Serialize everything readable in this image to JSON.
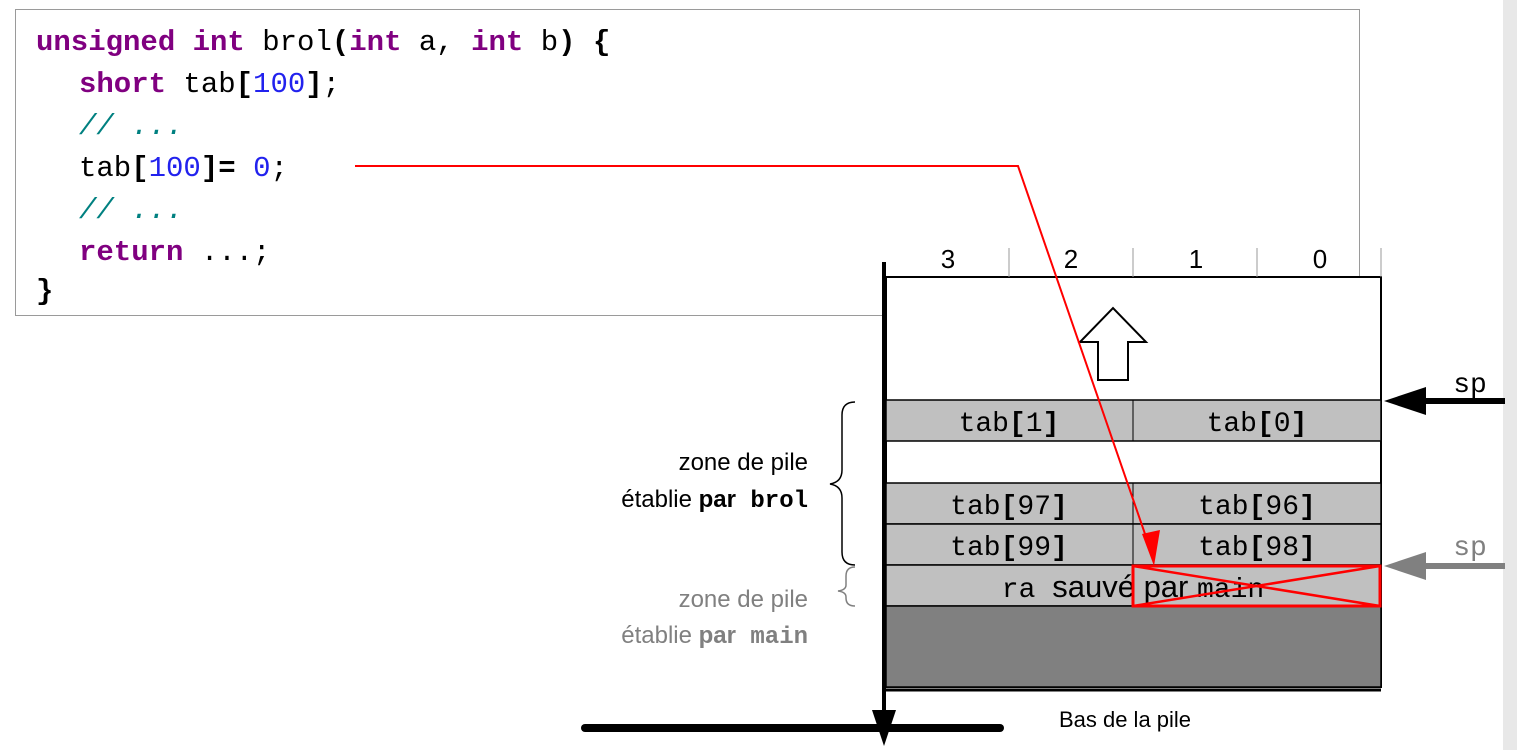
{
  "code": {
    "line1": {
      "kw1": "unsigned int",
      "name": " brol",
      "p1": "(",
      "kw2": "int",
      "a": " a, ",
      "kw3": "int",
      "b": " b",
      "p2": ")",
      "brace": " {"
    },
    "line2": {
      "kw": "short",
      "name": " tab",
      "lb": "[",
      "num": "100",
      "rb": "]",
      "semi": ";"
    },
    "line3": {
      "comment": "// ..."
    },
    "line4": {
      "name": "tab",
      "lb": "[",
      "num": "100",
      "rb": "]",
      "eq": "=",
      "sp": " ",
      "zero": "0",
      "semi": ";"
    },
    "line5": {
      "comment": "// ..."
    },
    "line6": {
      "kw": "return",
      "rest": " ...;"
    },
    "line7": {
      "brace": "}"
    }
  },
  "stack": {
    "column_headers": [
      "3",
      "2",
      "1",
      "0"
    ],
    "cells": {
      "tab1": {
        "name": "tab",
        "lb": "[",
        "idx": "1",
        "rb": "]"
      },
      "tab0": {
        "name": "tab",
        "lb": "[",
        "idx": "0",
        "rb": "]"
      },
      "tab97": {
        "name": "tab",
        "lb": "[",
        "idx": "97",
        "rb": "]"
      },
      "tab96": {
        "name": "tab",
        "lb": "[",
        "idx": "96",
        "rb": "]"
      },
      "tab99": {
        "name": "tab",
        "lb": "[",
        "idx": "99",
        "rb": "]"
      },
      "tab98": {
        "name": "tab",
        "lb": "[",
        "idx": "98",
        "rb": "]"
      },
      "ra": {
        "ra": "ra ",
        "sauve": "sauvé",
        "par": " par ",
        "main": "main"
      }
    },
    "bottom_label": "Bas de la pile",
    "sp_label": "sp",
    "sp_old_label": "sp"
  },
  "zones": {
    "brol": {
      "line1": "zone de pile",
      "line2_prefix": "établie ",
      "par": "par",
      "fn": "brol"
    },
    "main": {
      "line1": "zone de pile",
      "line2_prefix": "établie ",
      "par": "par",
      "fn": "main"
    }
  },
  "colors": {
    "keyword": "#800080",
    "number": "#2222ee",
    "comment": "#008080",
    "overflow": "#ff0000",
    "cell_fill": "#c0c0c0",
    "caller_fill": "#808080",
    "faded": "#808080"
  }
}
